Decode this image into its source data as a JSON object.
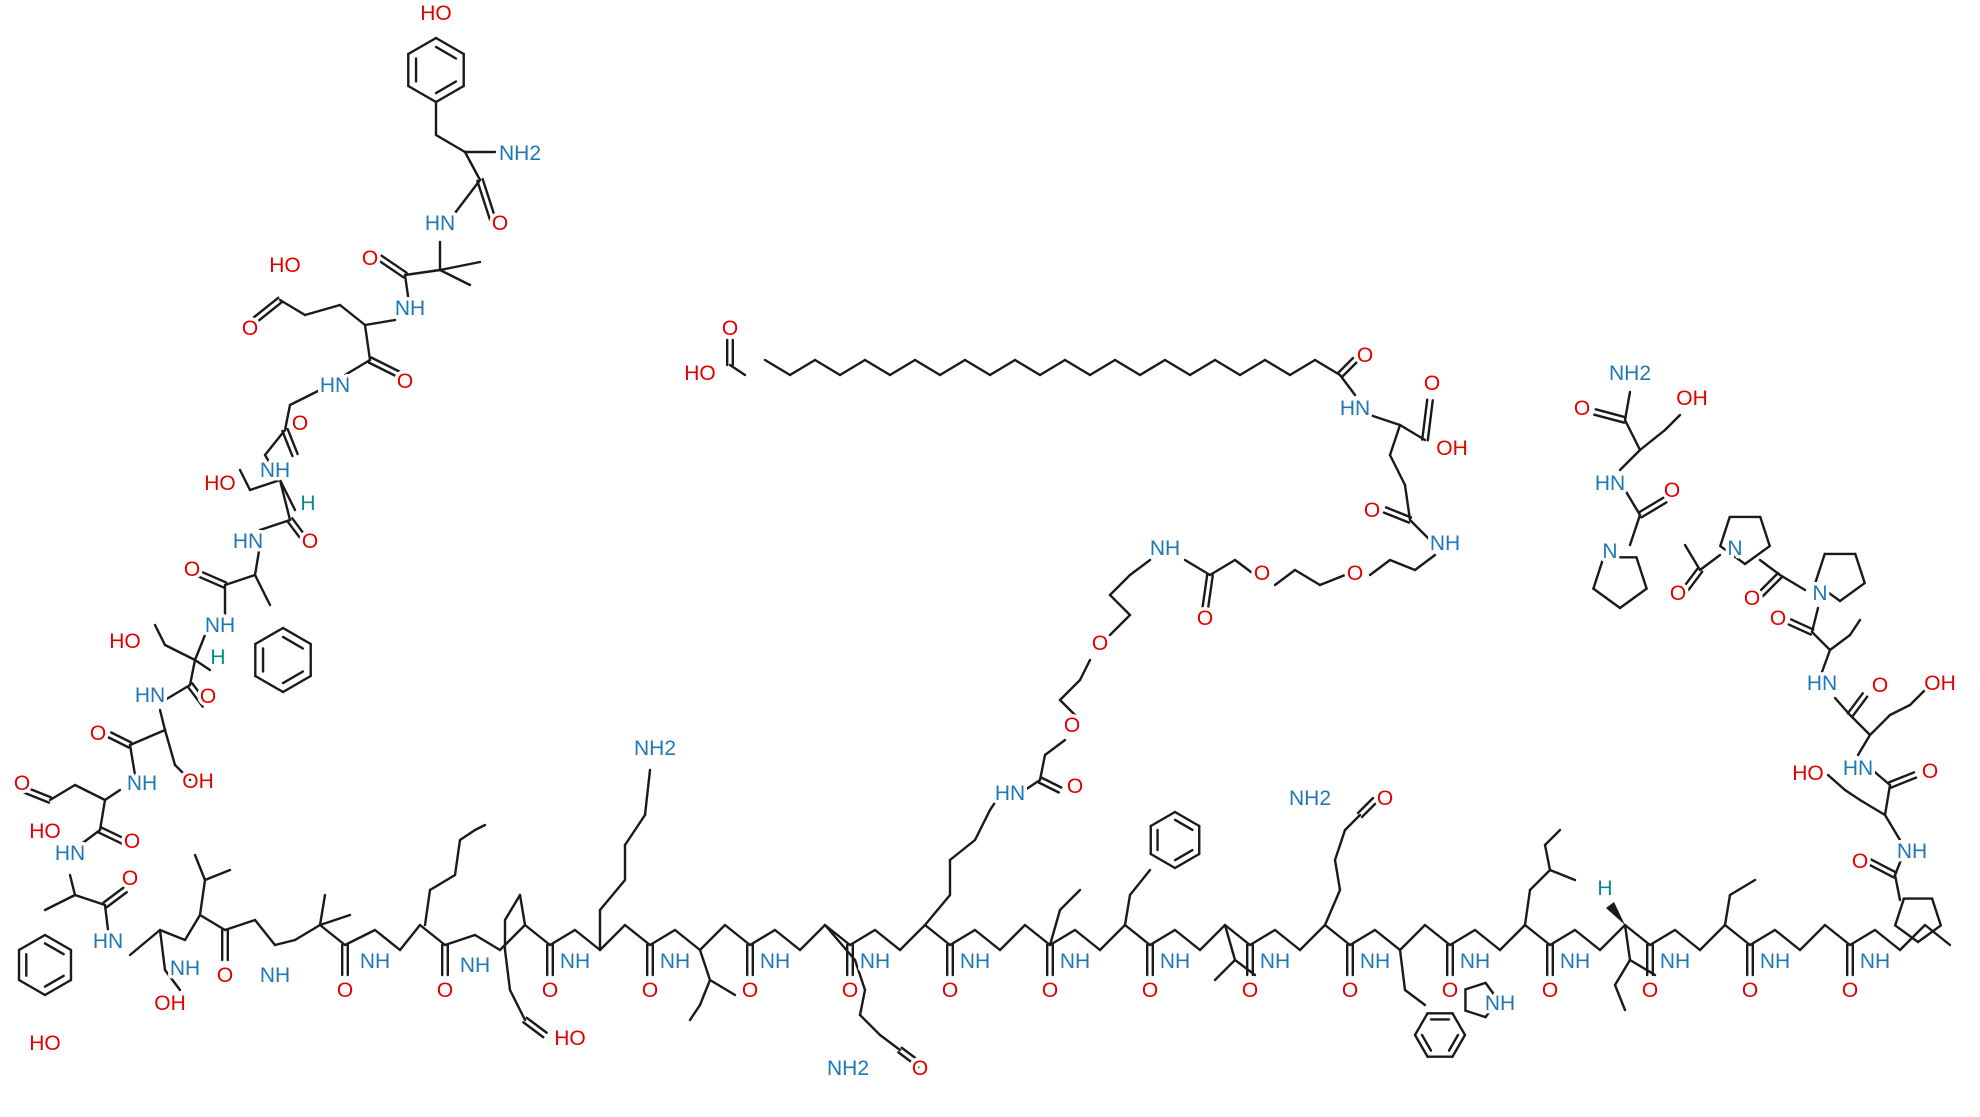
{
  "atom_labels": {
    "hydroxyl": "HO",
    "hydroxyl_right": "OH",
    "amine": "NH2",
    "amide_nh": "HN",
    "amide_nh_right": "NH",
    "ring_n": "N",
    "n_hydrogen": "H",
    "carbonyl_o": "O",
    "ether_o": "O",
    "stereo_h": "H",
    "indole_nh": "NH"
  },
  "colors": {
    "oxygen": "#e00000",
    "nitrogen": "#1f78b4",
    "stereo_hydrogen": "#0a8a8a",
    "bond": "#1a1a1a",
    "background": "#ffffff"
  }
}
